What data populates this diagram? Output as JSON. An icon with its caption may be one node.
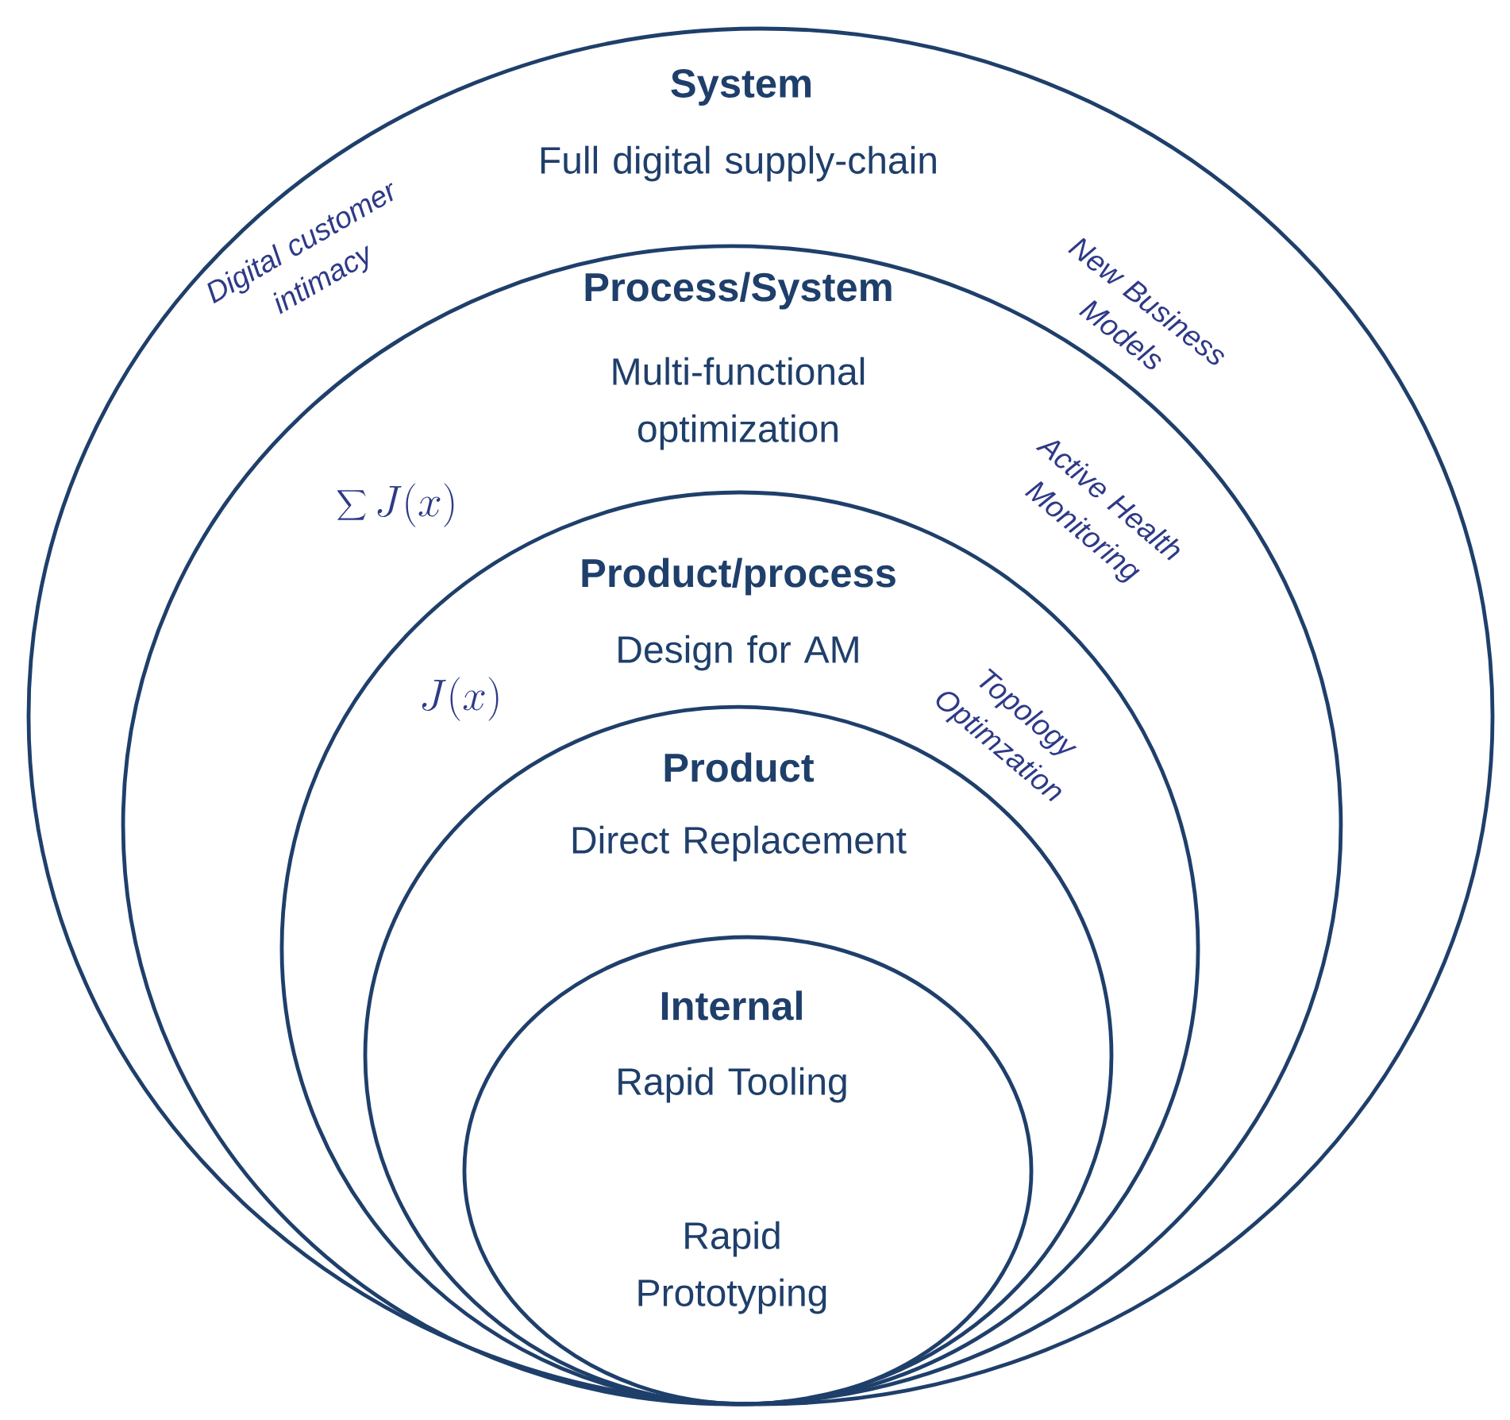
{
  "diagram": {
    "nodes": [
      {
        "text": [
          "System",
          "Full digital supply-chain"
        ]
      },
      {
        "text": [
          "Process/System",
          "Multi-functional optimization"
        ],
        "in": 0
      },
      {
        "text": [
          "Product/process",
          "Design for AM"
        ],
        "in": 1
      },
      {
        "text": [
          "Product",
          "Direct Replacement"
        ],
        "in": 2
      },
      {
        "text": [
          "Internal",
          "Rapid Tooling",
          "Rapid Prototyping"
        ],
        "in": 3
      }
    ],
    "edges": [],
    "labels": [
      "Digital customer intimacy",
      "New Business Models",
      "\\sum J(x)",
      "Active Health Monitoring",
      "Topology Optimzation",
      "J(x)"
    ]
  }
}
